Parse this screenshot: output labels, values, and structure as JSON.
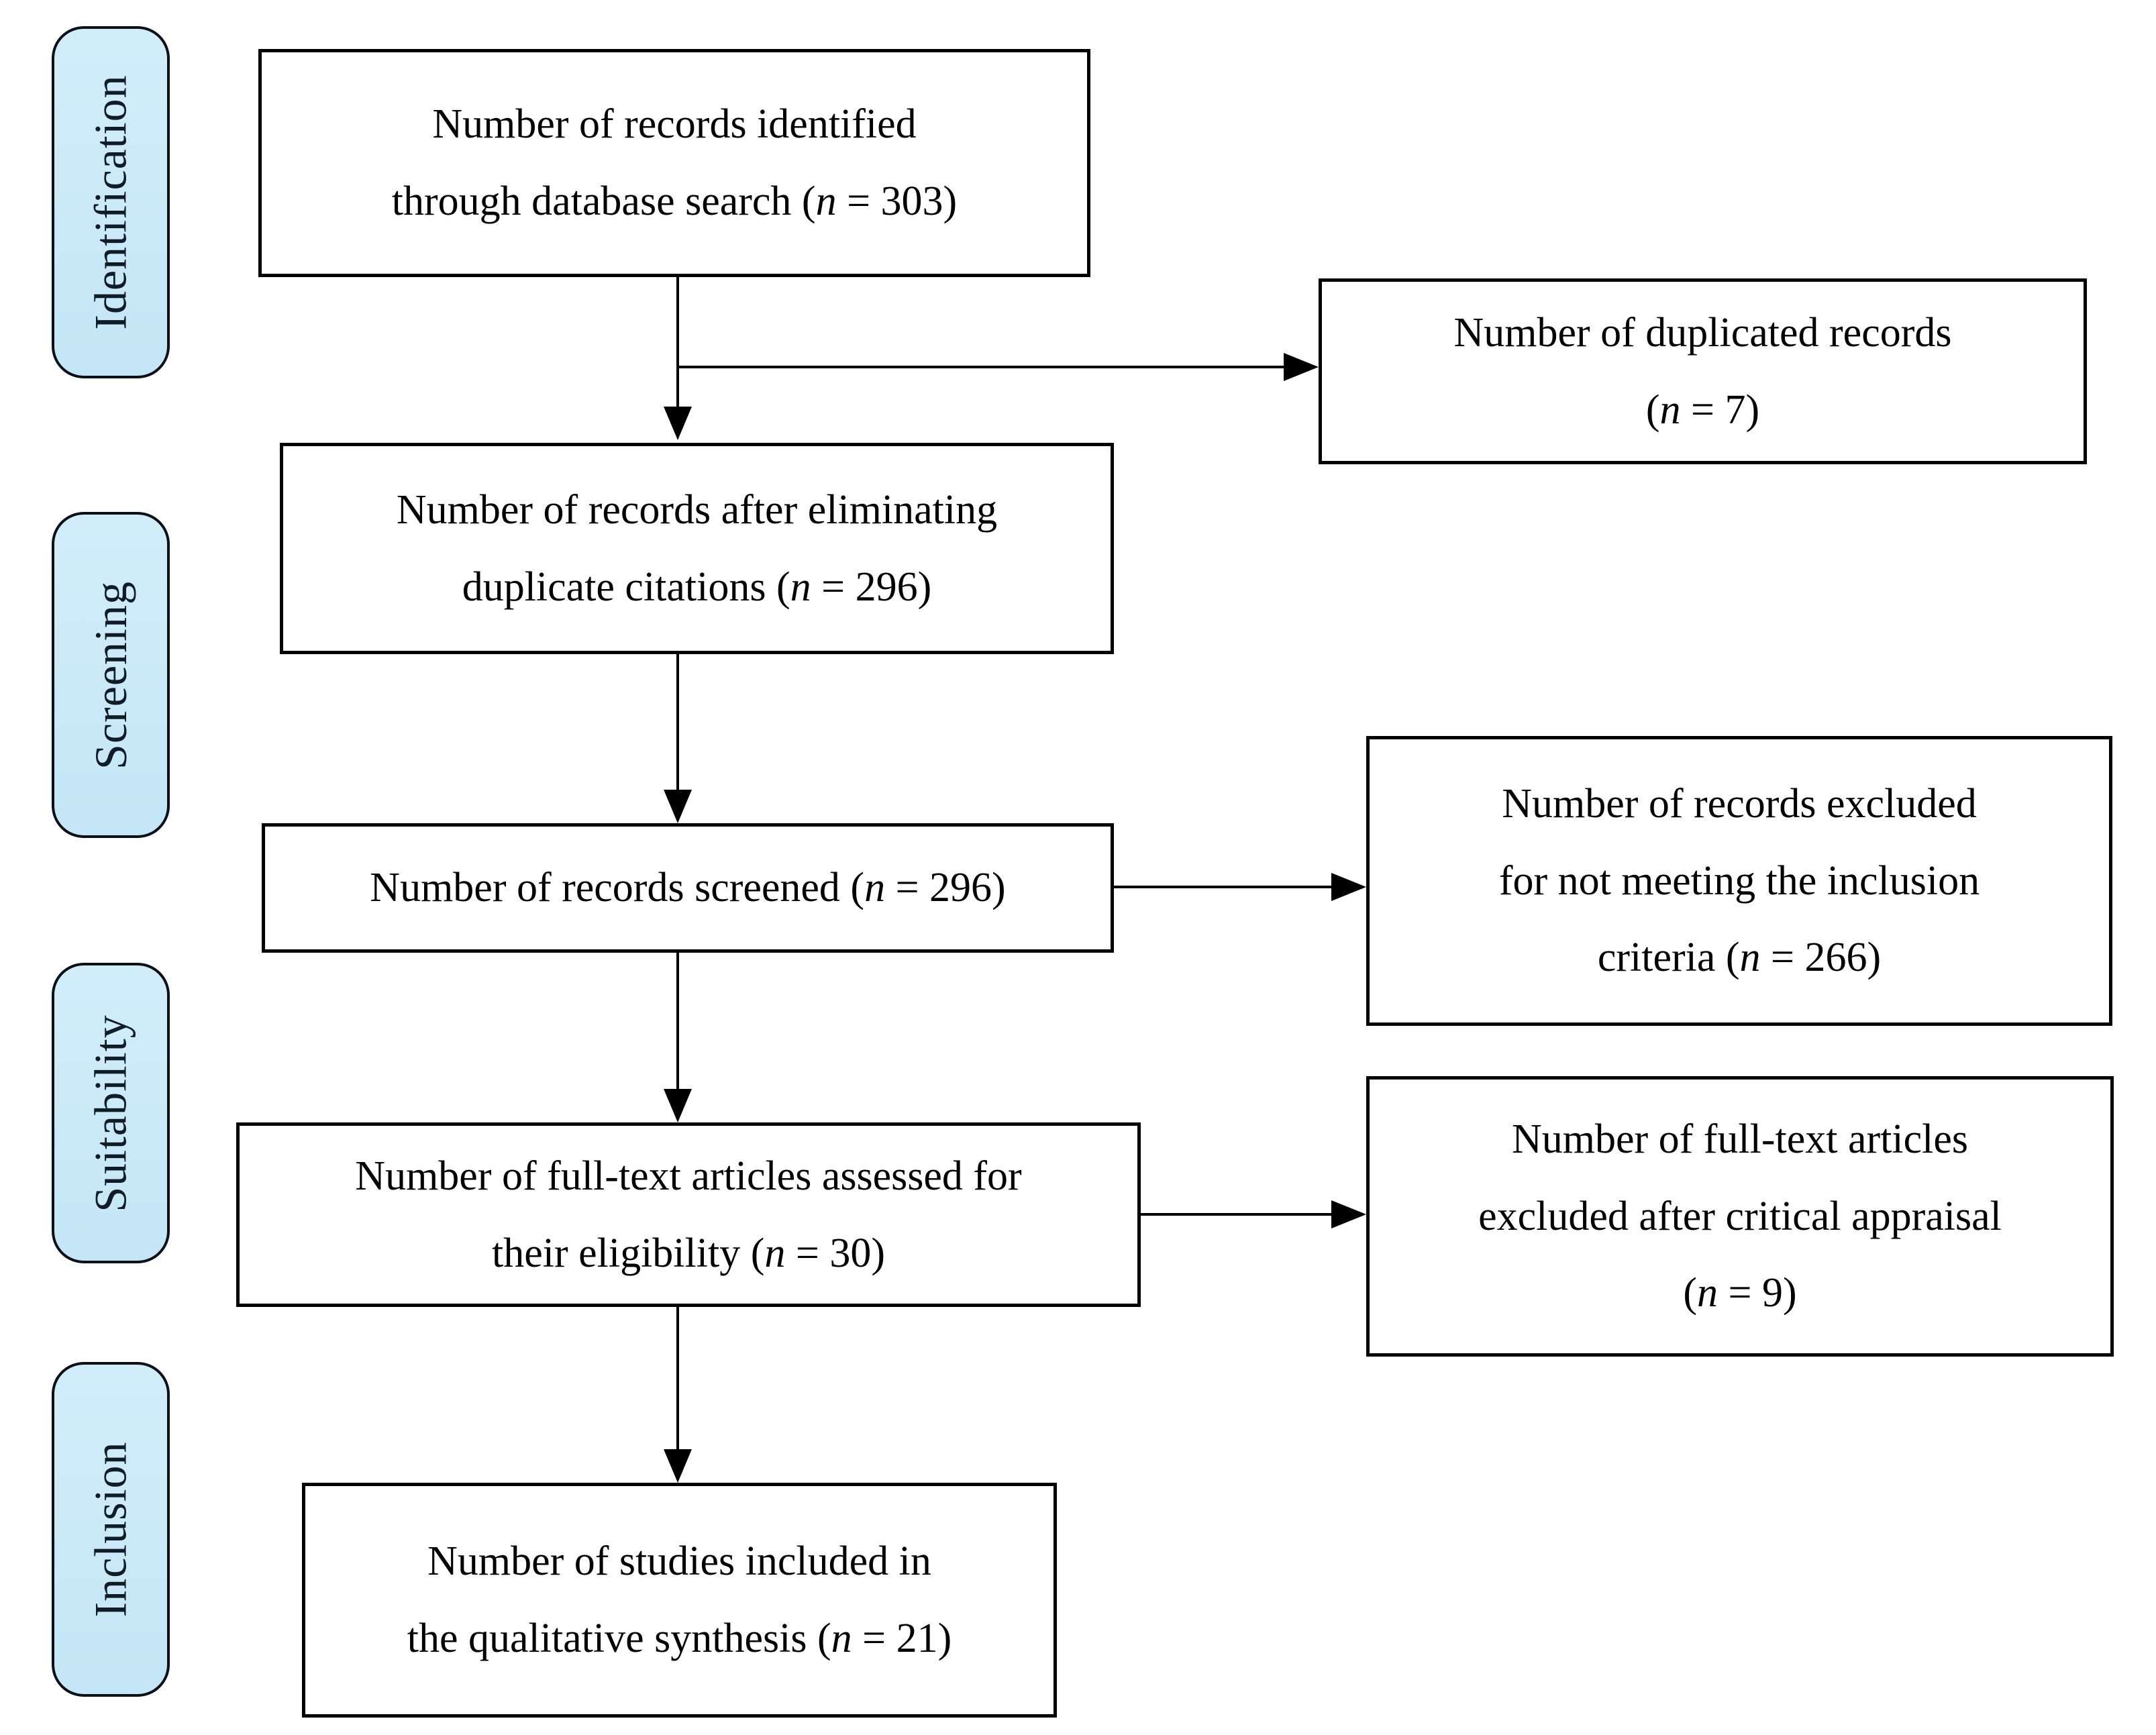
{
  "diagram": {
    "type": "prisma-flowchart",
    "stages": [
      {
        "label": "Identification"
      },
      {
        "label": "Screening"
      },
      {
        "label": "Suitability"
      },
      {
        "label": "Inclusion"
      }
    ],
    "flow_boxes": [
      {
        "id": "records-identified",
        "n": 303,
        "lines": [
          [
            {
              "t": "Number of records identified"
            }
          ],
          [
            {
              "t": "through database search ("
            },
            {
              "t": "n",
              "i": true
            },
            {
              "t": " = 303)"
            }
          ]
        ]
      },
      {
        "id": "records-after-dedup",
        "n": 296,
        "lines": [
          [
            {
              "t": "Number of records after eliminating"
            }
          ],
          [
            {
              "t": "duplicate citations ("
            },
            {
              "t": "n",
              "i": true
            },
            {
              "t": " = 296)"
            }
          ]
        ]
      },
      {
        "id": "records-screened",
        "n": 296,
        "lines": [
          [
            {
              "t": "Number of records screened ("
            },
            {
              "t": "n",
              "i": true
            },
            {
              "t": " = 296)"
            }
          ]
        ]
      },
      {
        "id": "fulltext-assessed",
        "n": 30,
        "lines": [
          [
            {
              "t": "Number of full-text articles assessed for"
            }
          ],
          [
            {
              "t": "their eligibility ("
            },
            {
              "t": "n",
              "i": true
            },
            {
              "t": " = 30)"
            }
          ]
        ]
      },
      {
        "id": "studies-included",
        "n": 21,
        "lines": [
          [
            {
              "t": "Number of studies included in"
            }
          ],
          [
            {
              "t": "the qualitative synthesis ("
            },
            {
              "t": "n",
              "i": true
            },
            {
              "t": " = 21)"
            }
          ]
        ]
      }
    ],
    "side_boxes": [
      {
        "id": "duplicated-records",
        "n": 7,
        "lines": [
          [
            {
              "t": "Number of duplicated records"
            }
          ],
          [
            {
              "t": "("
            },
            {
              "t": "n",
              "i": true
            },
            {
              "t": " = 7)"
            }
          ]
        ]
      },
      {
        "id": "records-excluded",
        "n": 266,
        "lines": [
          [
            {
              "t": "Number of records excluded"
            }
          ],
          [
            {
              "t": "for not meeting the inclusion"
            }
          ],
          [
            {
              "t": "criteria ("
            },
            {
              "t": "n",
              "i": true
            },
            {
              "t": " = 266)"
            }
          ]
        ]
      },
      {
        "id": "fulltext-excluded",
        "n": 9,
        "lines": [
          [
            {
              "t": "Number of full-text articles"
            }
          ],
          [
            {
              "t": "excluded after critical appraisal"
            }
          ],
          [
            {
              "t": "("
            },
            {
              "t": "n",
              "i": true
            },
            {
              "t": " = 9)"
            }
          ]
        ]
      }
    ],
    "counts": {
      "identified": 303,
      "duplicated": 7,
      "after_deduplication": 296,
      "screened": 296,
      "excluded_not_meeting_criteria": 266,
      "fulltext_assessed": 30,
      "excluded_after_critical_appraisal": 9,
      "included_qualitative_synthesis": 21
    },
    "colors": {
      "stage_fill": "#c9e8f8",
      "stage_border": "#0d1117",
      "stage_text": "#101c26",
      "box_border": "#000000",
      "box_fill": "#ffffff",
      "text": "#000000",
      "arrow": "#000000"
    }
  }
}
